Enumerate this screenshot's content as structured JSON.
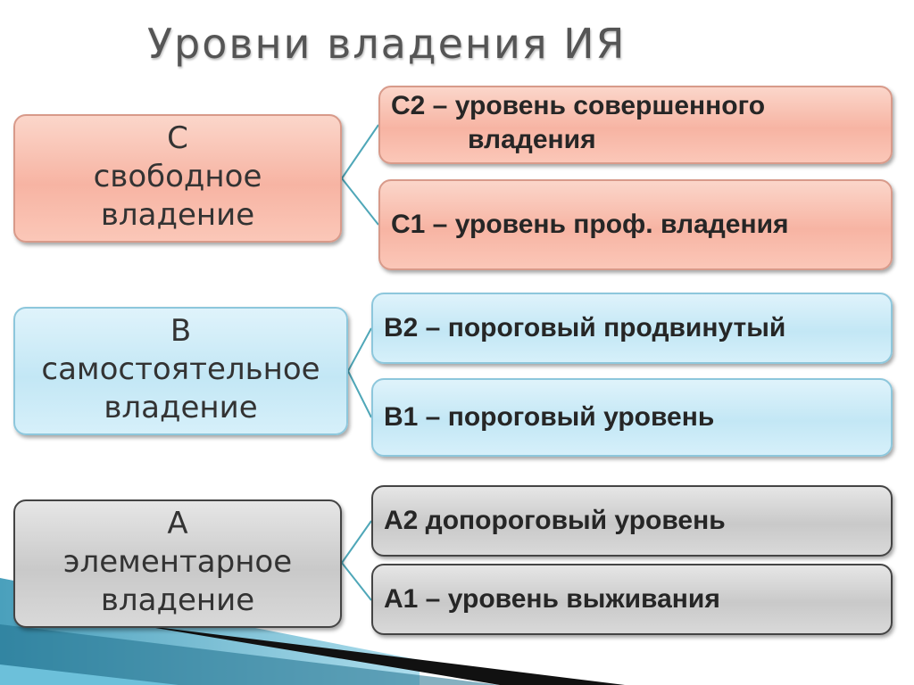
{
  "title": "Уровни владения ИЯ",
  "colors": {
    "red_fill": "#f7b4a3",
    "blue_fill": "#c3e7f5",
    "gray_fill": "#c9c9c9",
    "connector": "#4fa7b8"
  },
  "groups": [
    {
      "level": "С",
      "line1": "свободное",
      "line2": "владение",
      "subs": [
        {
          "line1": "С2 – уровень совершенного",
          "line2": "владения"
        },
        {
          "label": "С1 – уровень проф. владения"
        }
      ]
    },
    {
      "level": "В",
      "line1": "самостоятельное",
      "line2": "владение",
      "subs": [
        {
          "label": "В2 – пороговый продвинутый"
        },
        {
          "label": "В1 – пороговый уровень"
        }
      ]
    },
    {
      "level": "А",
      "line1": "элементарное",
      "line2": "владение",
      "subs": [
        {
          "label": "А2  допороговый уровень"
        },
        {
          "label": "А1 – уровень выживания"
        }
      ]
    }
  ]
}
